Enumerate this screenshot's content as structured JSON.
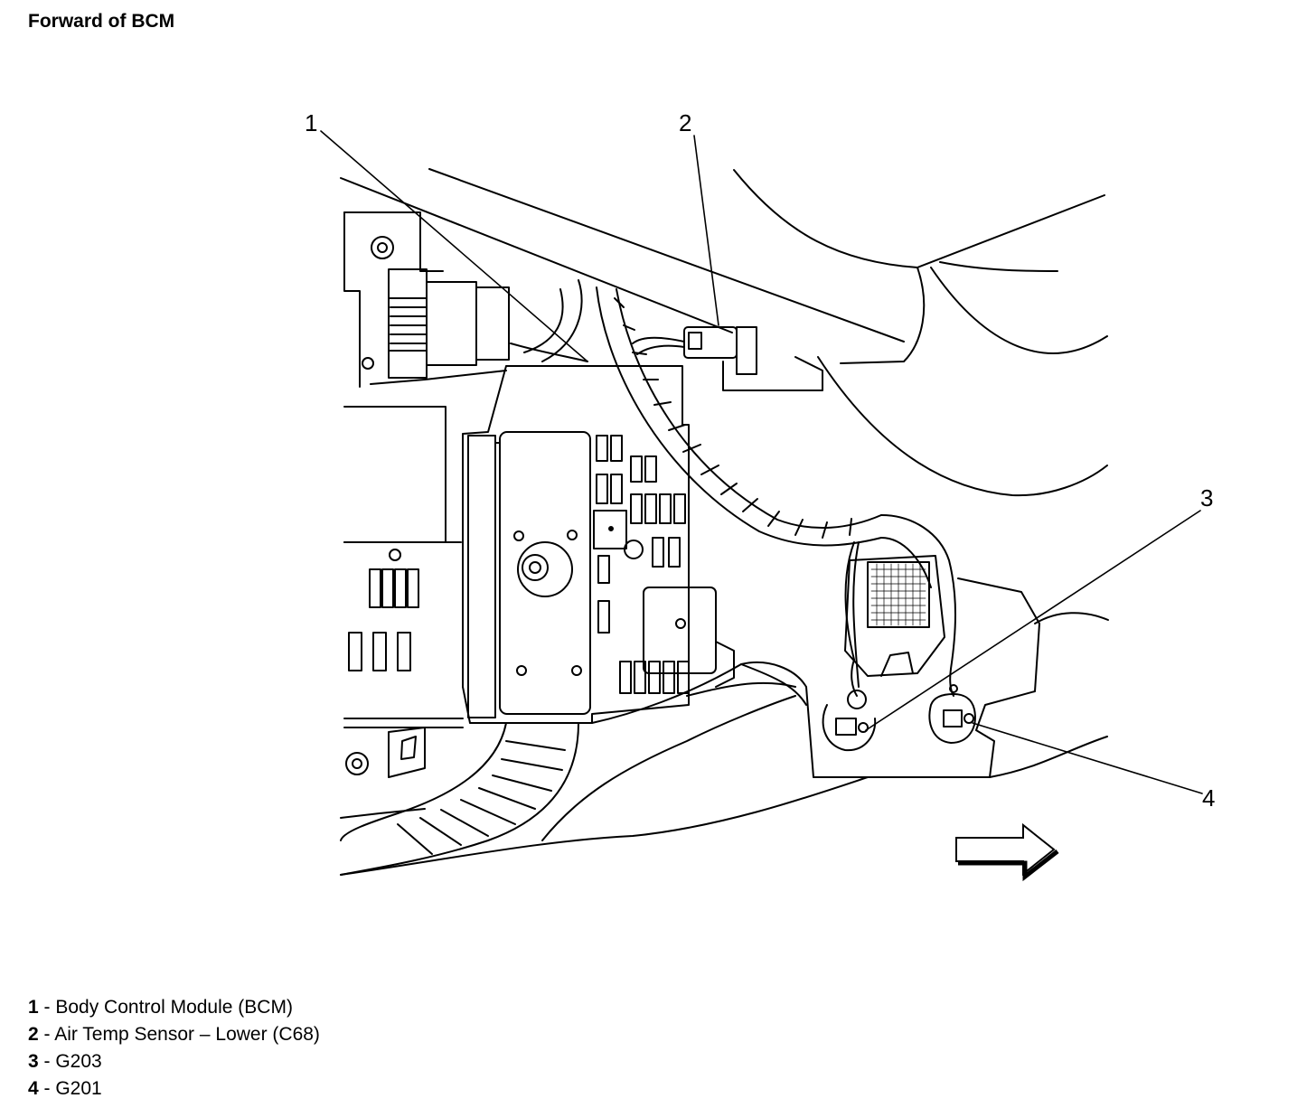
{
  "title": "Forward of BCM",
  "callouts": [
    {
      "number": "1"
    },
    {
      "number": "2"
    },
    {
      "number": "3"
    },
    {
      "number": "4"
    }
  ],
  "legend": [
    {
      "number": "1",
      "text": " - Body Control Module (BCM)"
    },
    {
      "number": "2",
      "text": " - Air Temp Sensor – Lower (C68)"
    },
    {
      "number": "3",
      "text": " - G203"
    },
    {
      "number": "4",
      "text": " - G201"
    }
  ],
  "icons": {
    "direction_arrow": "forward-arrow-icon"
  }
}
